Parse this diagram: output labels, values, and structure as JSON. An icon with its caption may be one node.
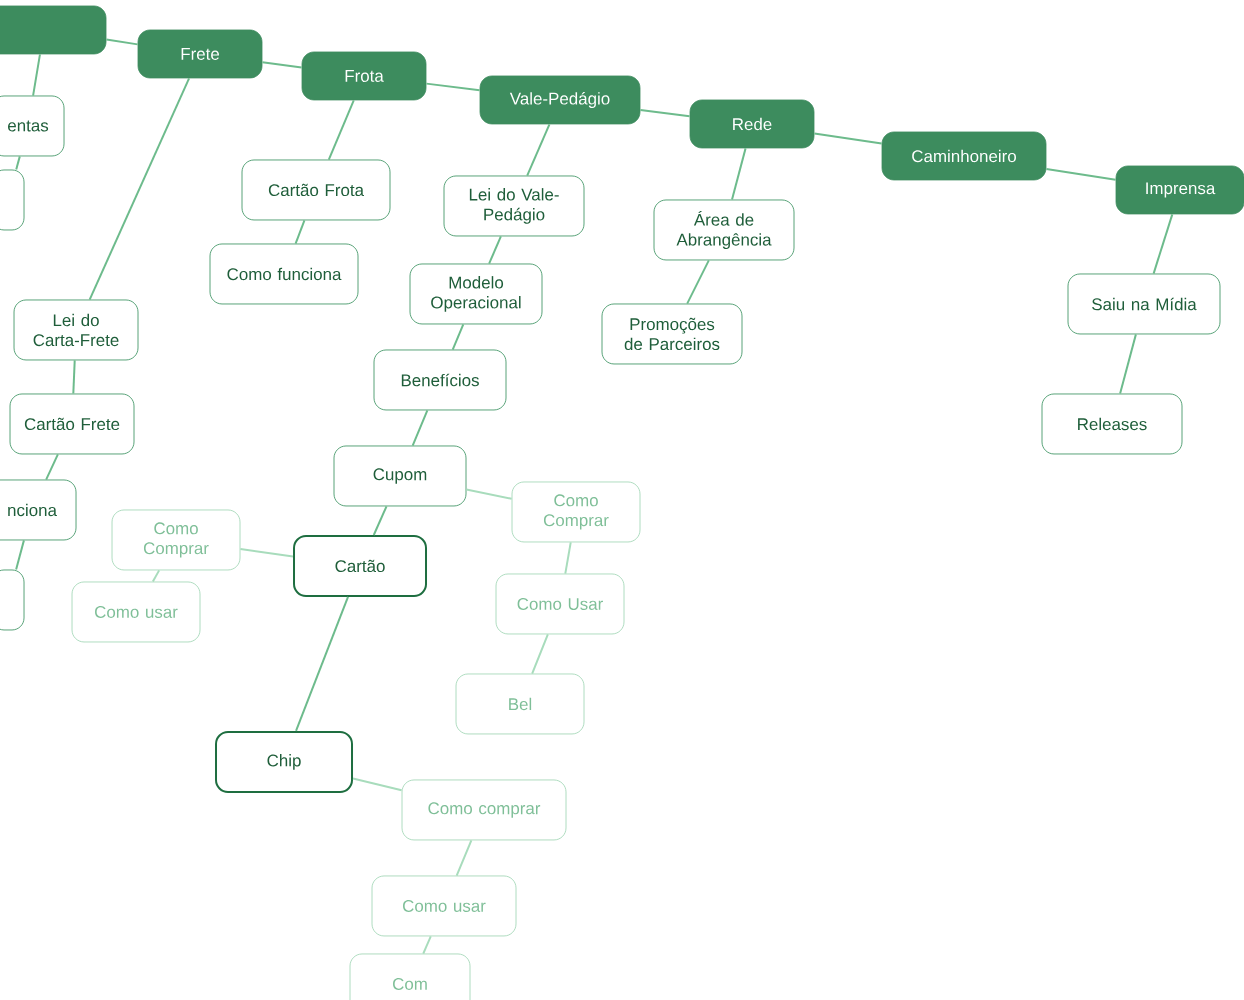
{
  "diagram": {
    "nodes": [
      {
        "text": [],
        "shape": "box"
      },
      {
        "text": [
          "Frete"
        ]
      },
      {
        "text": [
          "Frota"
        ]
      },
      {
        "text": [
          "Vale-Pedágio"
        ]
      },
      {
        "text": [
          "Rede"
        ]
      },
      {
        "text": [
          "Caminhoneiro"
        ]
      },
      {
        "text": [
          "Imprensa"
        ]
      },
      {
        "text": [
          "entas"
        ]
      },
      {
        "text": [],
        "shape": "box"
      },
      {
        "text": [
          "Lei do Carta-Frete"
        ]
      },
      {
        "text": [
          "Cartão Frete"
        ]
      },
      {
        "text": [
          "nciona"
        ]
      },
      {
        "text": [],
        "shape": "box"
      },
      {
        "text": [
          "Cartão Frota"
        ]
      },
      {
        "text": [
          "Como funciona"
        ]
      },
      {
        "text": [
          "Lei do Vale-Pedágio"
        ]
      },
      {
        "text": [
          "Modelo Operacional"
        ]
      },
      {
        "text": [
          "Benefícios"
        ]
      },
      {
        "text": [
          "Cupom"
        ]
      },
      {
        "text": [
          "Cartão"
        ]
      },
      {
        "text": [
          "Como Comprar"
        ]
      },
      {
        "text": [
          "Como usar"
        ]
      },
      {
        "text": [
          "Como Comprar"
        ]
      },
      {
        "text": [
          "Como Usar"
        ]
      },
      {
        "text": [
          "Bel"
        ]
      },
      {
        "text": [
          "Chip"
        ]
      },
      {
        "text": [
          "Como comprar"
        ]
      },
      {
        "text": [
          "Como usar"
        ]
      },
      {
        "text": [
          "Com"
        ]
      },
      {
        "text": [
          "Área de Abrangência"
        ]
      },
      {
        "text": [
          "Promoções de Parceiros"
        ]
      },
      {
        "text": [
          "Saiu na Mídia"
        ]
      },
      {
        "text": [
          "Releases"
        ]
      }
    ],
    "edges": [
      {
        "from": 0,
        "to": 1,
        "arrow": "none"
      },
      {
        "from": 1,
        "to": 2,
        "arrow": "none"
      },
      {
        "from": 2,
        "to": 3,
        "arrow": "none"
      },
      {
        "from": 3,
        "to": 4,
        "arrow": "none"
      },
      {
        "from": 4,
        "to": 5,
        "arrow": "none"
      },
      {
        "from": 5,
        "to": 6,
        "arrow": "none"
      },
      {
        "from": 0,
        "to": 7,
        "arrow": "none"
      },
      {
        "from": 7,
        "to": 8,
        "arrow": "none"
      },
      {
        "from": 1,
        "to": 9,
        "arrow": "none"
      },
      {
        "from": 9,
        "to": 10,
        "arrow": "none"
      },
      {
        "from": 10,
        "to": 11,
        "arrow": "none"
      },
      {
        "from": 11,
        "to": 12,
        "arrow": "none"
      },
      {
        "from": 2,
        "to": 13,
        "arrow": "none"
      },
      {
        "from": 13,
        "to": 14,
        "arrow": "none"
      },
      {
        "from": 3,
        "to": 15,
        "arrow": "none"
      },
      {
        "from": 15,
        "to": 16,
        "arrow": "none"
      },
      {
        "from": 16,
        "to": 17,
        "arrow": "none"
      },
      {
        "from": 17,
        "to": 18,
        "arrow": "none"
      },
      {
        "from": 18,
        "to": 22,
        "arrow": "none",
        "color": "#a8dcbc"
      },
      {
        "from": 22,
        "to": 23,
        "arrow": "none",
        "color": "#a8dcbc"
      },
      {
        "from": 23,
        "to": 24,
        "arrow": "none",
        "color": "#a8dcbc"
      },
      {
        "from": 18,
        "to": 19,
        "arrow": "none"
      },
      {
        "from": 19,
        "to": 20,
        "arrow": "none",
        "color": "#a8dcbc"
      },
      {
        "from": 20,
        "to": 21,
        "arrow": "none",
        "color": "#a8dcbc"
      },
      {
        "from": 19,
        "to": 25,
        "arrow": "none"
      },
      {
        "from": 25,
        "to": 26,
        "arrow": "none",
        "color": "#a8dcbc"
      },
      {
        "from": 26,
        "to": 27,
        "arrow": "none",
        "color": "#a8dcbc"
      },
      {
        "from": 27,
        "to": 28,
        "arrow": "none",
        "color": "#a8dcbc"
      },
      {
        "from": 4,
        "to": 29,
        "arrow": "none"
      },
      {
        "from": 29,
        "to": 30,
        "arrow": "none"
      },
      {
        "from": 6,
        "to": 31,
        "arrow": "none"
      },
      {
        "from": 31,
        "to": 32,
        "arrow": "none"
      }
    ]
  }
}
